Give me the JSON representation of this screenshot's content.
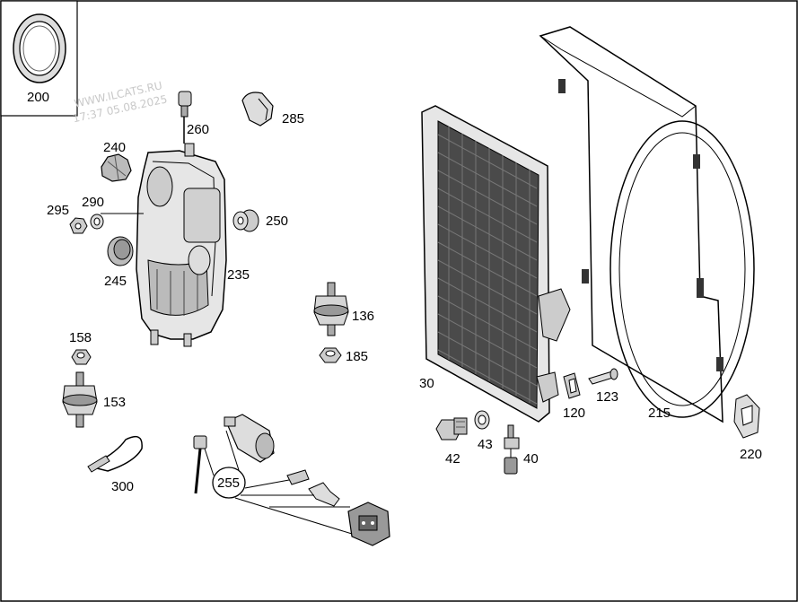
{
  "watermark": {
    "line1": "WWW.ILCATS.RU",
    "line2": "17:37 05.08.2025"
  },
  "callouts": {
    "p200": "200",
    "p260": "260",
    "p285": "285",
    "p240": "240",
    "p290": "290",
    "p295": "295",
    "p250": "250",
    "p245": "245",
    "p235": "235",
    "p136": "136",
    "p185": "185",
    "p158": "158",
    "p153": "153",
    "p30": "30",
    "p300": "300",
    "p255": "255",
    "p42": "42",
    "p43": "43",
    "p40": "40",
    "p120": "120",
    "p123": "123",
    "p215": "215",
    "p220": "220"
  }
}
